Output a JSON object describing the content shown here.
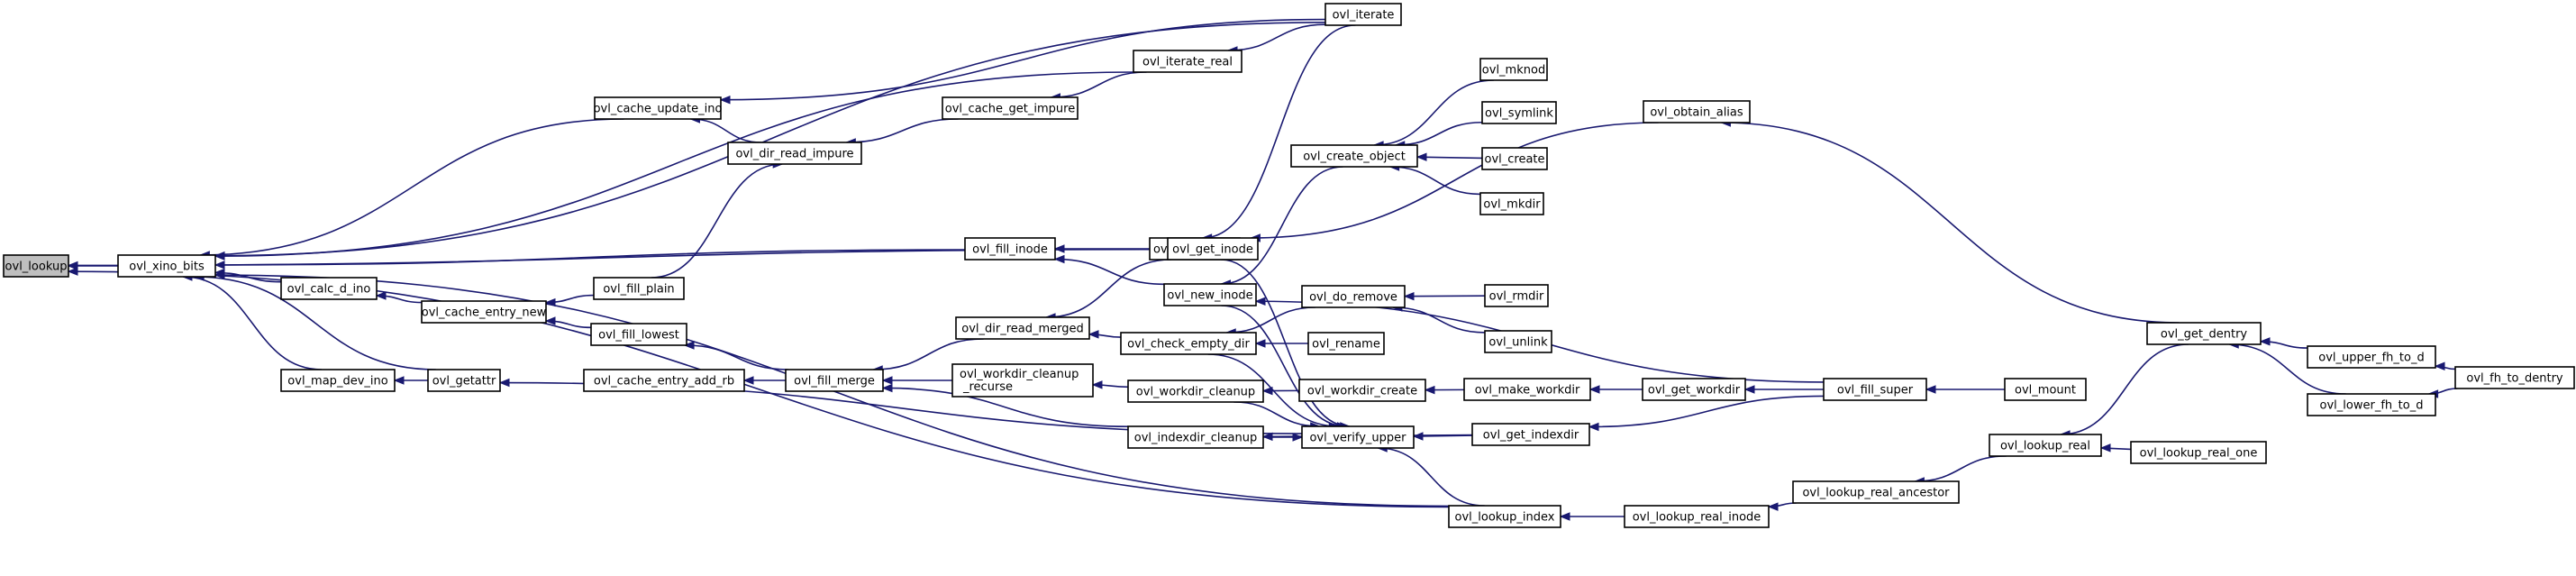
{
  "diagram": {
    "nodes": [
      {
        "id": "ovl_lookup",
        "label": "ovl_lookup",
        "focus": true
      },
      {
        "id": "ovl_xino_bits",
        "label": "ovl_xino_bits"
      },
      {
        "id": "ovl_cache_update_ino",
        "label": "ovl_cache_update_ino"
      },
      {
        "id": "ovl_calc_d_ino",
        "label": "ovl_calc_d_ino"
      },
      {
        "id": "ovl_map_dev_ino",
        "label": "ovl_map_dev_ino"
      },
      {
        "id": "ovl_cache_entry_new",
        "label": "ovl_cache_entry_new"
      },
      {
        "id": "ovl_getattr",
        "label": "ovl_getattr"
      },
      {
        "id": "ovl_cache_entry_add_rb",
        "label": "ovl_cache_entry_add_rb"
      },
      {
        "id": "ovl_fill_plain",
        "label": "ovl_fill_plain"
      },
      {
        "id": "ovl_fill_lowest",
        "label": "ovl_fill_lowest"
      },
      {
        "id": "ovl_dir_read_impure",
        "label": "ovl_dir_read_impure"
      },
      {
        "id": "ovl_cache_get_impure",
        "label": "ovl_cache_get_impure"
      },
      {
        "id": "ovl_fill_merge",
        "label": "ovl_fill_merge"
      },
      {
        "id": "ovl_dir_read_merged",
        "label": "ovl_dir_read_merged"
      },
      {
        "id": "ovl_workdir_cleanup_recurse",
        "label": "ovl_workdir_cleanup\n_recurse"
      },
      {
        "id": "ovl_fill_inode",
        "label": "ovl_fill_inode"
      },
      {
        "id": "ovl_iterate_real",
        "label": "ovl_iterate_real"
      },
      {
        "id": "ovl_cache_get",
        "label": "ovl_cache_get"
      },
      {
        "id": "ovl_check_empty_dir",
        "label": "ovl_check_empty_dir"
      },
      {
        "id": "ovl_workdir_cleanup",
        "label": "ovl_workdir_cleanup"
      },
      {
        "id": "ovl_indexdir_cleanup",
        "label": "ovl_indexdir_cleanup"
      },
      {
        "id": "ovl_get_inode",
        "label": "ovl_get_inode"
      },
      {
        "id": "ovl_new_inode",
        "label": "ovl_new_inode"
      },
      {
        "id": "ovl_iterate",
        "label": "ovl_iterate"
      },
      {
        "id": "ovl_create_object",
        "label": "ovl_create_object"
      },
      {
        "id": "ovl_do_remove",
        "label": "ovl_do_remove"
      },
      {
        "id": "ovl_rename",
        "label": "ovl_rename"
      },
      {
        "id": "ovl_workdir_create",
        "label": "ovl_workdir_create"
      },
      {
        "id": "ovl_verify_upper",
        "label": "ovl_verify_upper"
      },
      {
        "id": "ovl_lookup_index",
        "label": "ovl_lookup_index"
      },
      {
        "id": "ovl_mknod",
        "label": "ovl_mknod"
      },
      {
        "id": "ovl_symlink",
        "label": "ovl_symlink"
      },
      {
        "id": "ovl_create",
        "label": "ovl_create"
      },
      {
        "id": "ovl_mkdir",
        "label": "ovl_mkdir"
      },
      {
        "id": "ovl_rmdir",
        "label": "ovl_rmdir"
      },
      {
        "id": "ovl_unlink",
        "label": "ovl_unlink"
      },
      {
        "id": "ovl_make_workdir",
        "label": "ovl_make_workdir"
      },
      {
        "id": "ovl_get_indexdir",
        "label": "ovl_get_indexdir"
      },
      {
        "id": "ovl_lookup_real_inode",
        "label": "ovl_lookup_real_inode"
      },
      {
        "id": "ovl_obtain_alias",
        "label": "ovl_obtain_alias"
      },
      {
        "id": "ovl_get_workdir",
        "label": "ovl_get_workdir"
      },
      {
        "id": "ovl_lookup_real_ancestor",
        "label": "ovl_lookup_real_ancestor"
      },
      {
        "id": "ovl_fill_super",
        "label": "ovl_fill_super"
      },
      {
        "id": "ovl_lookup_real",
        "label": "ovl_lookup_real"
      },
      {
        "id": "ovl_mount",
        "label": "ovl_mount"
      },
      {
        "id": "ovl_get_dentry",
        "label": "ovl_get_dentry"
      },
      {
        "id": "ovl_lookup_real_one",
        "label": "ovl_lookup_real_one"
      },
      {
        "id": "ovl_upper_fh_to_d",
        "label": "ovl_upper_fh_to_d"
      },
      {
        "id": "ovl_lower_fh_to_d",
        "label": "ovl_lower_fh_to_d"
      },
      {
        "id": "ovl_fh_to_dentry",
        "label": "ovl_fh_to_dentry"
      }
    ],
    "edges": [
      [
        "ovl_xino_bits",
        "ovl_lookup"
      ],
      [
        "ovl_get_inode",
        "ovl_lookup"
      ],
      [
        "ovl_lookup_index",
        "ovl_lookup"
      ],
      [
        "ovl_cache_update_ino",
        "ovl_xino_bits"
      ],
      [
        "ovl_iterate_real",
        "ovl_xino_bits"
      ],
      [
        "ovl_iterate",
        "ovl_xino_bits"
      ],
      [
        "ovl_fill_inode",
        "ovl_xino_bits"
      ],
      [
        "ovl_calc_d_ino",
        "ovl_xino_bits"
      ],
      [
        "ovl_map_dev_ino",
        "ovl_xino_bits"
      ],
      [
        "ovl_getattr",
        "ovl_xino_bits"
      ],
      [
        "ovl_lookup_index",
        "ovl_xino_bits"
      ],
      [
        "ovl_dir_read_impure",
        "ovl_cache_update_ino"
      ],
      [
        "ovl_iterate",
        "ovl_cache_update_ino"
      ],
      [
        "ovl_cache_entry_new",
        "ovl_calc_d_ino"
      ],
      [
        "ovl_getattr",
        "ovl_map_dev_ino"
      ],
      [
        "ovl_fill_plain",
        "ovl_cache_entry_new"
      ],
      [
        "ovl_fill_lowest",
        "ovl_cache_entry_new"
      ],
      [
        "ovl_verify_upper",
        "ovl_getattr"
      ],
      [
        "ovl_fill_merge",
        "ovl_cache_entry_add_rb"
      ],
      [
        "ovl_fill_merge",
        "ovl_fill_lowest"
      ],
      [
        "ovl_fill_plain",
        "ovl_dir_read_impure"
      ],
      [
        "ovl_cache_get_impure",
        "ovl_dir_read_impure"
      ],
      [
        "ovl_iterate_real",
        "ovl_cache_get_impure"
      ],
      [
        "ovl_dir_read_merged",
        "ovl_fill_merge"
      ],
      [
        "ovl_workdir_cleanup_recurse",
        "ovl_fill_merge"
      ],
      [
        "ovl_indexdir_cleanup",
        "ovl_fill_merge"
      ],
      [
        "ovl_cache_get",
        "ovl_dir_read_merged"
      ],
      [
        "ovl_check_empty_dir",
        "ovl_dir_read_merged"
      ],
      [
        "ovl_workdir_cleanup",
        "ovl_workdir_cleanup_recurse"
      ],
      [
        "ovl_get_inode",
        "ovl_fill_inode"
      ],
      [
        "ovl_new_inode",
        "ovl_fill_inode"
      ],
      [
        "ovl_iterate",
        "ovl_iterate_real"
      ],
      [
        "ovl_iterate",
        "ovl_cache_get"
      ],
      [
        "ovl_do_remove",
        "ovl_check_empty_dir"
      ],
      [
        "ovl_rename",
        "ovl_check_empty_dir"
      ],
      [
        "ovl_workdir_create",
        "ovl_workdir_cleanup"
      ],
      [
        "ovl_get_indexdir",
        "ovl_indexdir_cleanup"
      ],
      [
        "ovl_obtain_alias",
        "ovl_get_inode"
      ],
      [
        "ovl_create_object",
        "ovl_new_inode"
      ],
      [
        "ovl_mknod",
        "ovl_create_object"
      ],
      [
        "ovl_symlink",
        "ovl_create_object"
      ],
      [
        "ovl_create",
        "ovl_create_object"
      ],
      [
        "ovl_mkdir",
        "ovl_create_object"
      ],
      [
        "ovl_rmdir",
        "ovl_do_remove"
      ],
      [
        "ovl_unlink",
        "ovl_do_remove"
      ],
      [
        "ovl_make_workdir",
        "ovl_workdir_create"
      ],
      [
        "ovl_get_inode",
        "ovl_verify_upper"
      ],
      [
        "ovl_new_inode",
        "ovl_verify_upper"
      ],
      [
        "ovl_check_empty_dir",
        "ovl_verify_upper"
      ],
      [
        "ovl_workdir_cleanup",
        "ovl_verify_upper"
      ],
      [
        "ovl_indexdir_cleanup",
        "ovl_verify_upper"
      ],
      [
        "ovl_get_indexdir",
        "ovl_verify_upper"
      ],
      [
        "ovl_lookup_index",
        "ovl_verify_upper"
      ],
      [
        "ovl_lookup_real_inode",
        "ovl_lookup_index"
      ],
      [
        "ovl_get_workdir",
        "ovl_make_workdir"
      ],
      [
        "ovl_fill_super",
        "ovl_get_indexdir"
      ],
      [
        "ovl_lookup_real_ancestor",
        "ovl_lookup_real_inode"
      ],
      [
        "ovl_get_dentry",
        "ovl_obtain_alias"
      ],
      [
        "ovl_fill_super",
        "ovl_get_workdir"
      ],
      [
        "ovl_lookup_real",
        "ovl_lookup_real_ancestor"
      ],
      [
        "ovl_fill_super",
        "ovl_new_inode"
      ],
      [
        "ovl_mount",
        "ovl_fill_super"
      ],
      [
        "ovl_get_dentry",
        "ovl_lookup_real"
      ],
      [
        "ovl_lookup_real_one",
        "ovl_lookup_real"
      ],
      [
        "ovl_upper_fh_to_d",
        "ovl_get_dentry"
      ],
      [
        "ovl_lower_fh_to_d",
        "ovl_get_dentry"
      ],
      [
        "ovl_fh_to_dentry",
        "ovl_upper_fh_to_d"
      ],
      [
        "ovl_fh_to_dentry",
        "ovl_lower_fh_to_d"
      ]
    ]
  }
}
